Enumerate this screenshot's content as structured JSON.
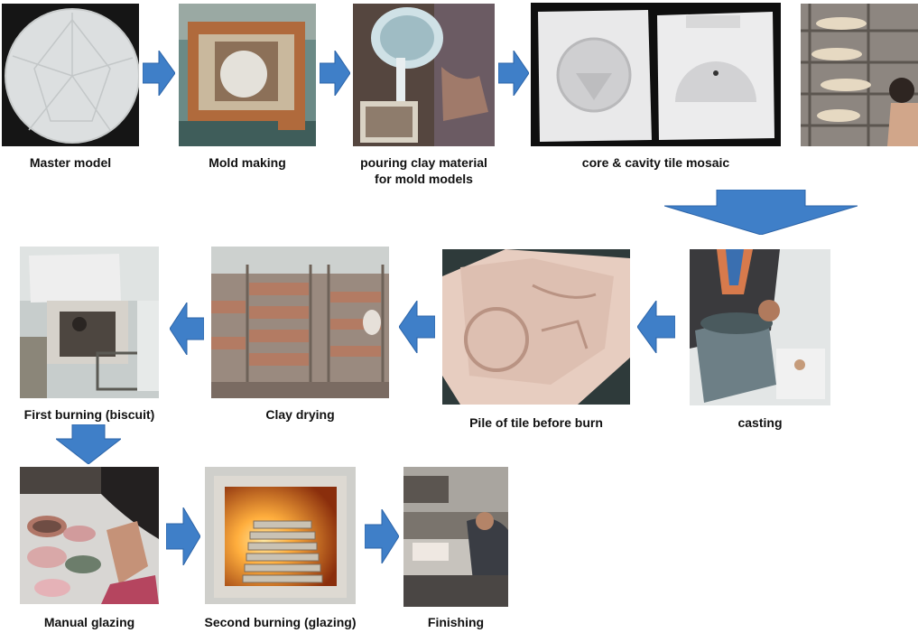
{
  "steps": {
    "master_model": "Master model",
    "mold_making": "Mold making",
    "pouring_line1": "pouring clay material",
    "pouring_line2": "for mold models",
    "core_cavity": "core & cavity tile mosaic",
    "casting": "casting",
    "pile_before_burn": "Pile of tile before burn",
    "clay_drying": "Clay drying",
    "first_burning": "First burning (biscuit)",
    "manual_glazing": "Manual glazing",
    "second_burning": "Second burning (glazing)",
    "finishing": "Finishing"
  },
  "colors": {
    "arrow": "#3f7fc8",
    "arrow_dark": "#2c64a8"
  }
}
